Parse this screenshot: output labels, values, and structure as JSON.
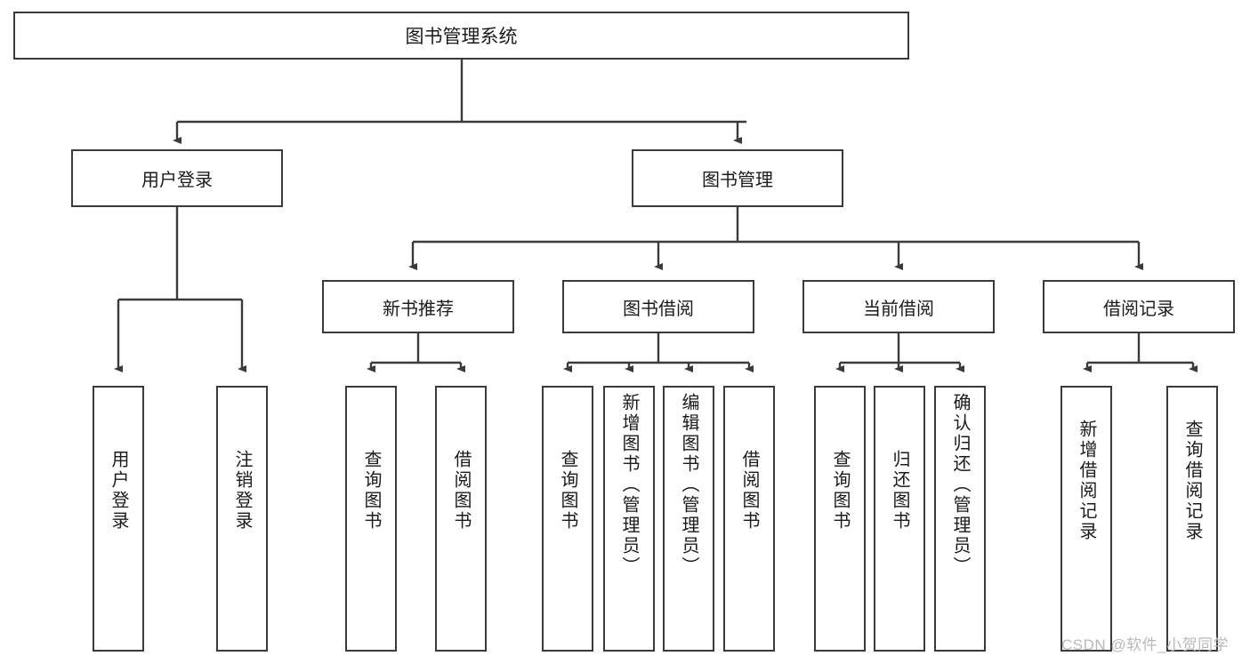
{
  "diagram": {
    "type": "tree-hierarchy",
    "title": "图书管理系统",
    "watermark": "CSDN @软件_小贺同学",
    "colors": {
      "box_border": "#3a3a3a",
      "box_fill": "#ffffff",
      "edge": "#3a3a3a",
      "text": "#1b1b1b",
      "watermark": "#b9b9b9"
    },
    "nodes": {
      "root": {
        "label": "图书管理系统"
      },
      "level2": [
        {
          "label": "用户登录"
        },
        {
          "label": "图书管理"
        }
      ],
      "level3": [
        {
          "label": "新书推荐"
        },
        {
          "label": "图书借阅"
        },
        {
          "label": "当前借阅"
        },
        {
          "label": "借阅记录"
        }
      ],
      "leaves": {
        "user_login": [
          {
            "label": "用户登录"
          },
          {
            "label": "注销登录"
          }
        ],
        "new_book_recommend": [
          {
            "label": "查询图书"
          },
          {
            "label": "借阅图书"
          }
        ],
        "book_borrow": [
          {
            "label": "查询图书"
          },
          {
            "label": "新增图书（管理员）"
          },
          {
            "label": "编辑图书（管理员）"
          },
          {
            "label": "借阅图书"
          }
        ],
        "current_borrow": [
          {
            "label": "查询图书"
          },
          {
            "label": "归还图书"
          },
          {
            "label": "确认归还（管理员）"
          }
        ],
        "borrow_record": [
          {
            "label": "新增借阅记录"
          },
          {
            "label": "查询借阅记录"
          }
        ]
      }
    }
  }
}
